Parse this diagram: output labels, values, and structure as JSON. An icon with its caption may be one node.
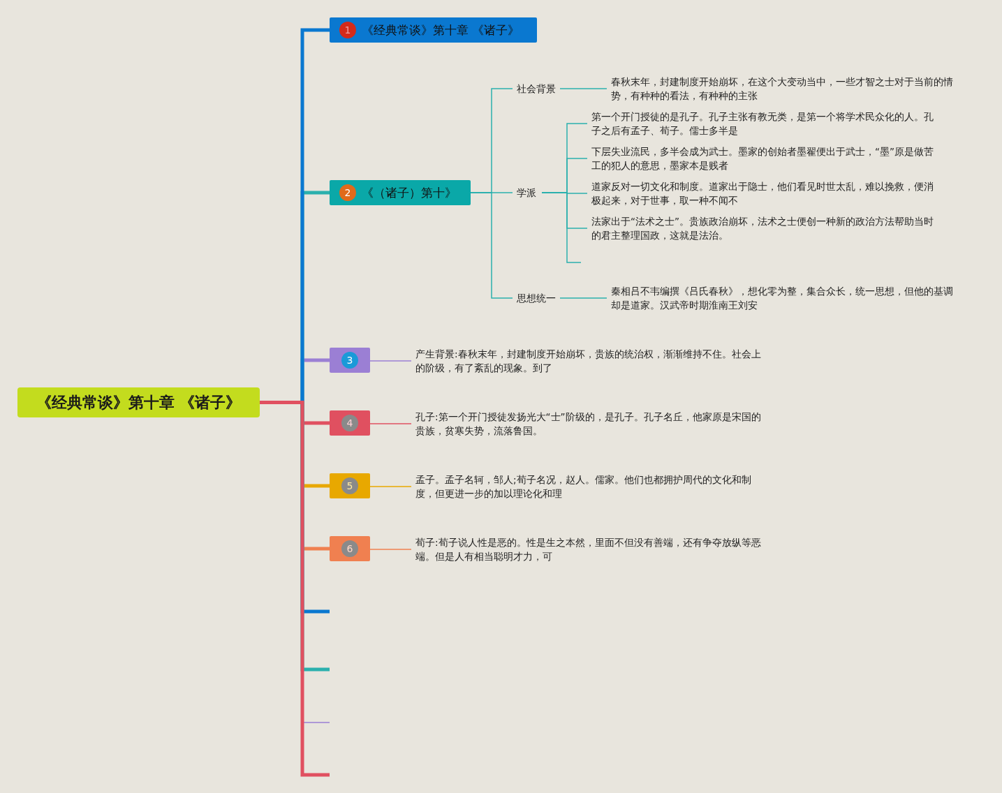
{
  "diagram": {
    "nodes": [
      {
        "text": [
          "《经典常谈》第十章 《诸子》"
        ]
      },
      {
        "text": [
          "1",
          "《经典常谈》第十章 《诸子》"
        ]
      },
      {
        "text": [
          "2",
          "《（诸子）第十》"
        ]
      },
      {
        "text": [
          "社会背景"
        ]
      },
      {
        "text": [
          "春秋末年，封建制度开始崩坏，在这个大变动当中，一些才智之士对于当前的情势，有种种的看法，有种种的主张"
        ]
      },
      {
        "text": [
          "学派"
        ]
      },
      {
        "text": [
          "第一个开门授徒的是孔子。孔子主张有教无类，是第一个将学术民众化的人。孔子之后有孟子、荀子。儒士多半是"
        ]
      },
      {
        "text": [
          "下层失业流民，多半会成为武士。墨家的创始者墨翟便出于武士，“墨”原是做苦工的犯人的意思，墨家本是贱者"
        ]
      },
      {
        "text": [
          "道家反对一切文化和制度。道家出于隐士，他们看见时世太乱，难以挽救，便消极起来，对于世事，取一种不闻不"
        ]
      },
      {
        "text": [
          "法家出于“法术之士”。贵族政治崩坏，法术之士便创一种新的政治方法帮助当时的君主整理国政，这就是法治。"
        ]
      },
      {
        "text": [
          "思想统一"
        ]
      },
      {
        "text": [
          "秦相吕不韦编撰《吕氏春秋》，想化零为整，集合众长，统一思想，但他的基调却是道家。汉武帝时期淮南王刘安"
        ]
      },
      {
        "text": [
          "3"
        ]
      },
      {
        "text": [
          "产生背景:春秋末年，封建制度开始崩坏，贵族的统治权，渐渐维持不住。社会上的阶级，有了紊乱的现象。到了"
        ]
      },
      {
        "text": [
          "4"
        ]
      },
      {
        "text": [
          "孔子:第一个开门授徒发扬光大“士”阶级的，是孔子。孔子名丘，他家原是宋国的贵族，贫寒失势，流落鲁国。"
        ]
      },
      {
        "text": [
          "5"
        ]
      },
      {
        "text": [
          "孟子。孟子名轲，邹人;荀子名况，赵人。儒家。他们也都拥护周代的文化和制度，但更进一步的加以理论化和理"
        ]
      },
      {
        "text": [
          "6"
        ]
      },
      {
        "text": [
          "荀子:荀子说人性是恶的。性是生之本然，里面不但没有善端，还有争夺放纵等恶端。但是人有相当聪明才力，可"
        ]
      }
    ],
    "edges": [
      {
        "from": 0,
        "to": 1,
        "arrow": "none",
        "style": "thick",
        "color": "#0a78d0"
      },
      {
        "from": 0,
        "to": 2,
        "arrow": "none",
        "style": "thick"
      },
      {
        "from": 0,
        "to": 12,
        "arrow": "none",
        "style": "thick",
        "color": "#9b7fd4"
      },
      {
        "from": 0,
        "to": 14,
        "arrow": "none",
        "style": "thick",
        "color": "#e05060"
      },
      {
        "from": 0,
        "to": 16,
        "arrow": "none",
        "style": "thick",
        "color": "#e8a800"
      },
      {
        "from": 0,
        "to": 18,
        "arrow": "none",
        "style": "thick",
        "color": "#f08050"
      },
      {
        "from": 0,
        "to": null,
        "arrow": "none",
        "style": "thick",
        "color": "#0a78d0"
      },
      {
        "from": 0,
        "to": null,
        "arrow": "none",
        "style": "thick"
      },
      {
        "from": 0,
        "to": null,
        "arrow": "none",
        "color": "#9b7fd4"
      },
      {
        "from": 0,
        "to": null,
        "arrow": "none",
        "style": "thick",
        "color": "#e05060"
      },
      {
        "from": 2,
        "to": 3,
        "arrow": "none"
      },
      {
        "from": 2,
        "to": 5,
        "arrow": "none"
      },
      {
        "from": 2,
        "to": 10,
        "arrow": "none"
      },
      {
        "from": 3,
        "to": 4,
        "arrow": "none"
      },
      {
        "from": 5,
        "to": 6,
        "arrow": "none"
      },
      {
        "from": 5,
        "to": 7,
        "arrow": "none"
      },
      {
        "from": 5,
        "to": 8,
        "arrow": "none"
      },
      {
        "from": 5,
        "to": 9,
        "arrow": "none"
      },
      {
        "from": 5,
        "to": null,
        "arrow": "none"
      },
      {
        "from": 10,
        "to": 11,
        "arrow": "none"
      },
      {
        "from": 12,
        "to": 13,
        "arrow": "none",
        "color": "#9b7fd4"
      },
      {
        "from": 14,
        "to": 15,
        "arrow": "none",
        "color": "#e05060"
      },
      {
        "from": 16,
        "to": 17,
        "arrow": "none",
        "color": "#e8a800"
      },
      {
        "from": 18,
        "to": 19,
        "arrow": "none",
        "color": "#f08050"
      }
    ]
  }
}
